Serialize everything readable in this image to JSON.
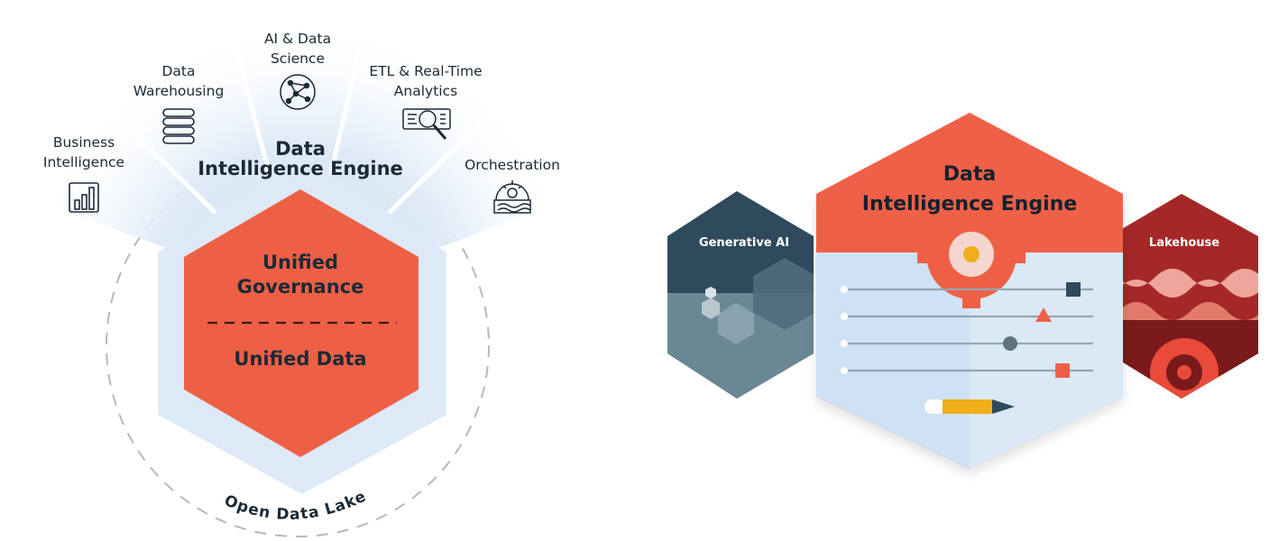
{
  "left": {
    "wedges": [
      {
        "label_lines": [
          "Business",
          "Intelligence"
        ],
        "icon": "bar-chart-icon"
      },
      {
        "label_lines": [
          "Data",
          "Warehousing"
        ],
        "icon": "database-stack-icon"
      },
      {
        "label_lines": [
          "AI & Data",
          "Science"
        ],
        "icon": "network-brain-icon"
      },
      {
        "label_lines": [
          "ETL & Real-Time",
          "Analytics"
        ],
        "icon": "magnify-data-icon"
      },
      {
        "label_lines": [
          "Orchestration"
        ],
        "icon": "gear-flow-icon"
      }
    ],
    "engine_title_lines": [
      "Data",
      "Intelligence Engine"
    ],
    "core_top_lines": [
      "Unified",
      "Governance"
    ],
    "core_bottom": "Unified Data",
    "lake_label": "Open Data Lake"
  },
  "right": {
    "engine_title_lines": [
      "Data",
      "Intelligence Engine"
    ],
    "gen_ai_label": "Generative AI",
    "lakehouse_label": "Lakehouse"
  },
  "colors": {
    "orange": "#ee6046",
    "light_blue": "#dde9f6",
    "navy": "#2e4a5c",
    "dark_red": "#9e2424"
  }
}
